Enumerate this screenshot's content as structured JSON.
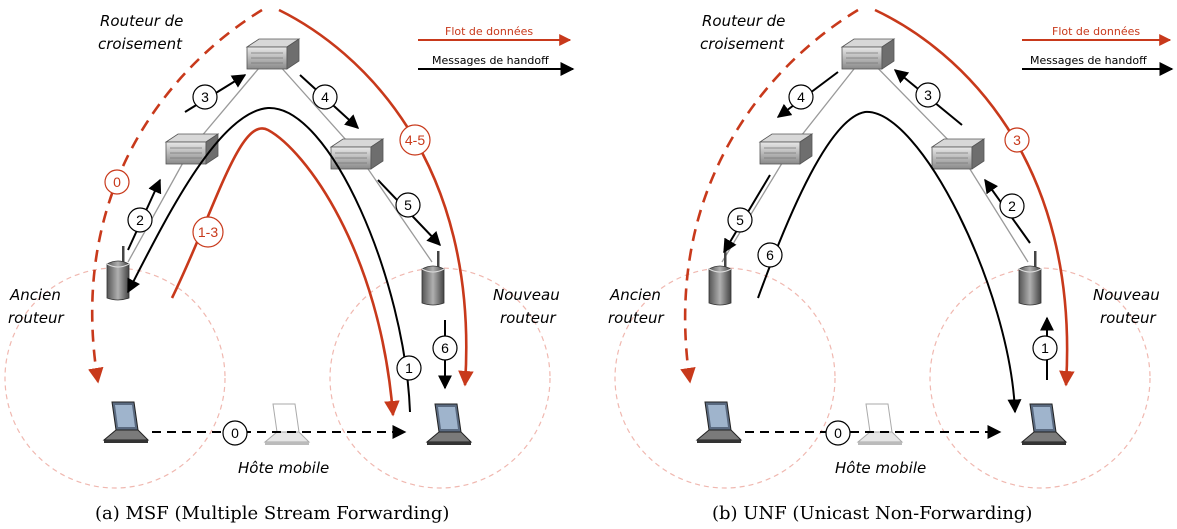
{
  "colors": {
    "data_flow": "#c8391b",
    "handoff": "#000000",
    "link": "#9a9a9a",
    "coverage": "#f0b8b0"
  },
  "legend": {
    "data_flow": "Flot de données",
    "handoff": "Messages de handoff"
  },
  "labels": {
    "crossover_router": [
      "Routeur de",
      "croisement"
    ],
    "old_router": [
      "Ancien",
      "routeur"
    ],
    "new_router": [
      "Nouveau",
      "routeur"
    ],
    "mobile_host": "Hôte mobile"
  },
  "panel_a": {
    "caption": "(a) MSF (Multiple Stream Forwarding)",
    "handoff_steps": [
      "1",
      "2",
      "3",
      "4",
      "5",
      "6"
    ],
    "data_steps": [
      "0",
      "1-3",
      "4-5"
    ],
    "move_step": "0"
  },
  "panel_b": {
    "caption": "(b) UNF (Unicast Non-Forwarding)",
    "handoff_steps": [
      "1",
      "2",
      "3",
      "4",
      "5",
      "6"
    ],
    "data_steps": [
      "3"
    ],
    "move_step": "0"
  },
  "icons": {
    "router": "router-icon",
    "access_point": "access-point-icon",
    "laptop": "laptop-icon"
  }
}
